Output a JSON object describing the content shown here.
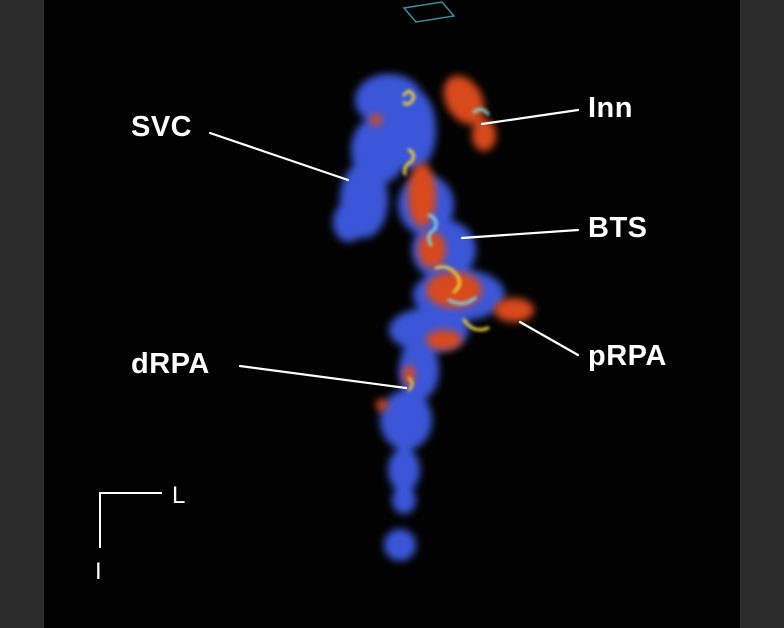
{
  "labels": {
    "svc": "SVC",
    "inn": "Inn",
    "bts": "BTS",
    "drpa": "dRPA",
    "prpa": "pRPA"
  },
  "orientation": {
    "left": "L",
    "inferior": "I"
  },
  "colors": {
    "background": "#020202",
    "frame": "#2c2c2c",
    "flow_blue": "#3a57d8",
    "flow_red": "#d8491c",
    "flow_yellow": "#f2d23a",
    "flow_cyan": "#7fd8e6",
    "leader_line": "#ffffff"
  }
}
